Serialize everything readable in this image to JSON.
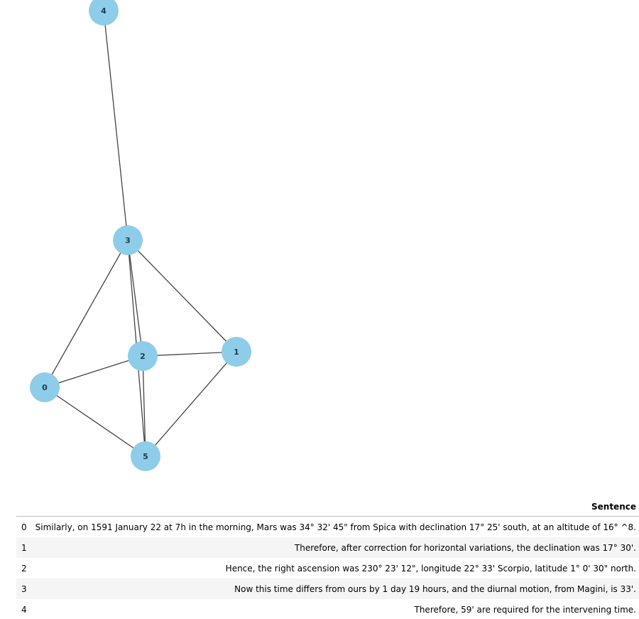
{
  "graph": {
    "nodes": [
      {
        "id": "0",
        "label": "0"
      },
      {
        "id": "1",
        "label": "1"
      },
      {
        "id": "2",
        "label": "2"
      },
      {
        "id": "3",
        "label": "3"
      },
      {
        "id": "4",
        "label": "4"
      },
      {
        "id": "5",
        "label": "5"
      }
    ],
    "edges": [
      [
        "4",
        "3"
      ],
      [
        "3",
        "0"
      ],
      [
        "3",
        "2"
      ],
      [
        "3",
        "1"
      ],
      [
        "3",
        "5"
      ],
      [
        "0",
        "2"
      ],
      [
        "0",
        "5"
      ],
      [
        "2",
        "1"
      ],
      [
        "2",
        "5"
      ],
      [
        "1",
        "5"
      ]
    ],
    "node_color": "#8ecde9",
    "edge_color": "#444444"
  },
  "table": {
    "header": {
      "index": "",
      "column": "Sentence"
    },
    "rows": [
      {
        "index": "0",
        "sentence": "Similarly, on 1591 January 22 at 7h in the morning, Mars was 34° 32' 45\" from Spica with declination 17° 25' south, at an altitude of 16° ^8."
      },
      {
        "index": "1",
        "sentence": "Therefore, after correction for horizontal variations, the declination was 17° 30'."
      },
      {
        "index": "2",
        "sentence": "Hence, the right ascension was 230° 23' 12\", longitude 22° 33' Scorpio, latitude 1° 0' 30\" north."
      },
      {
        "index": "3",
        "sentence": "Now this time differs from ours by 1 day 19 hours, and the diurnal motion, from Magini, is 33'."
      },
      {
        "index": "4",
        "sentence": "Therefore, 59' are required for the intervening time."
      }
    ]
  }
}
